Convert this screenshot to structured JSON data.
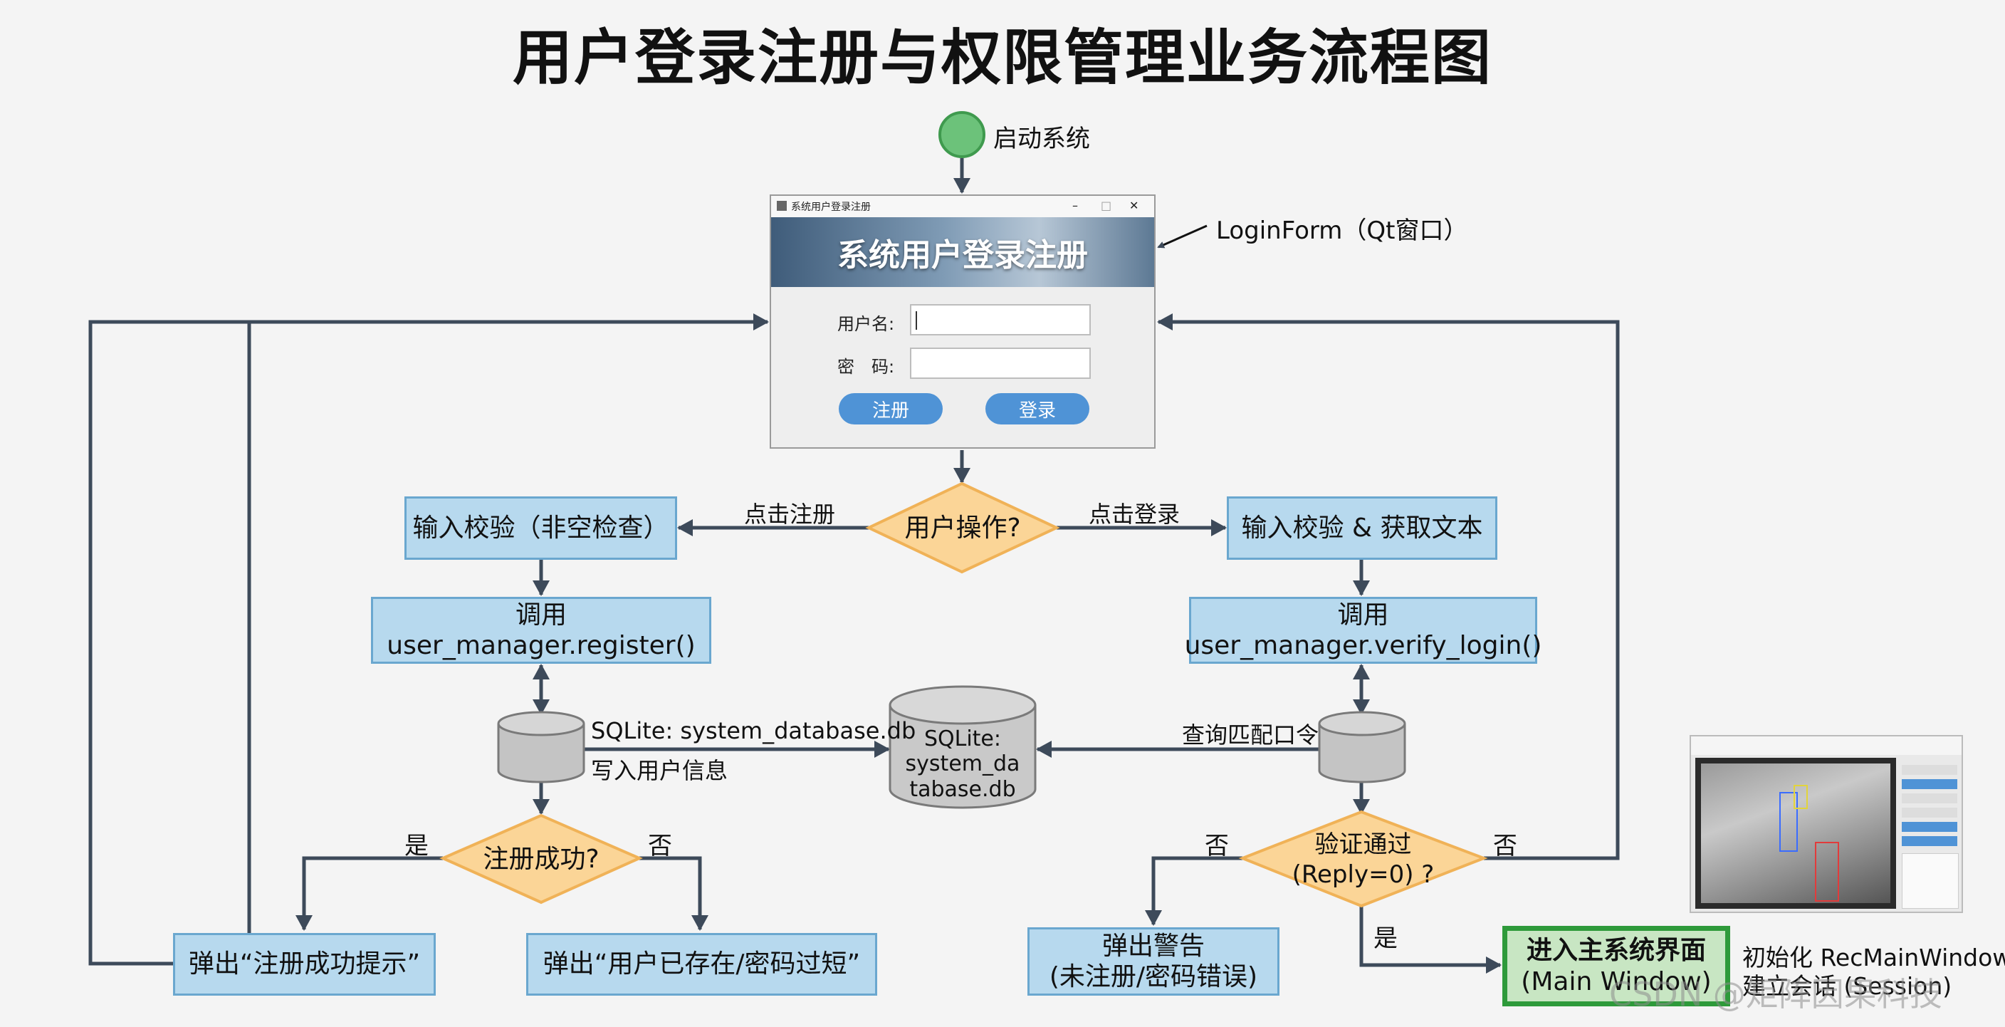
{
  "title": "用户登录注册与权限管理业务流程图",
  "start_label": "启动系统",
  "login_form_label": "LoginForm（Qt窗口）",
  "login_window": {
    "title_bar": "系统用户登录注册",
    "banner": "系统用户登录注册",
    "username_label": "用户名:",
    "password_label": "密　码:",
    "register_button": "注册",
    "login_button": "登录",
    "minimize": "–",
    "maximize": "□",
    "close": "✕"
  },
  "decision_user_op": "用户操作?",
  "edge_click_register": "点击注册",
  "edge_click_login": "点击登录",
  "left": {
    "validate": "输入校验（非空检查）",
    "call_line1": "调用",
    "call_line2": "user_manager.register()",
    "db_caption": "SQLite: system_database.db",
    "write_caption": "写入用户信息",
    "decision": "注册成功?",
    "yes": "是",
    "no": "否",
    "success_popup": "弹出“注册成功提示”",
    "fail_popup": "弹出“用户已存在/密码过短”"
  },
  "center_db": {
    "line1": "SQLite:",
    "line2": "system_da",
    "line3": "tabase.db"
  },
  "right": {
    "validate": "输入校验 & 获取文本",
    "call_line1": "调用",
    "call_line2": "user_manager.verify_login()",
    "query_caption": "查询匹配口令",
    "decision_line1": "验证通过",
    "decision_line2": "(Reply=0) ?",
    "yes": "是",
    "no_left": "否",
    "no_right": "否",
    "warn_line1": "弹出警告",
    "warn_line2": "(未注册/密码错误)",
    "main_line1": "进入主系统界面",
    "main_line2": "(Main Window)",
    "init_line1": "初始化 RecMainWindow",
    "init_line2": "建立会话 (Session)"
  },
  "watermark": "CSDN @矩阵因果科技",
  "colors": {
    "box_fill": "#b7d9ee",
    "box_border": "#6aa7cf",
    "diamond_fill": "#fbd597",
    "diamond_border": "#f0b257",
    "cylinder_fill": "#c4c4c4",
    "start_fill": "#6cc27a",
    "main_border": "#2e9a3a",
    "line": "#3d4a5a"
  }
}
